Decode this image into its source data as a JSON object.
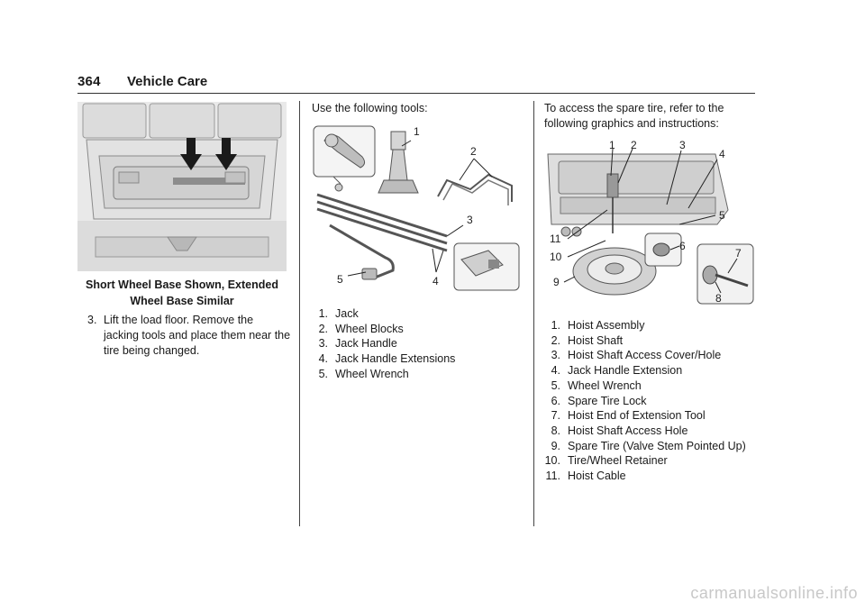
{
  "header": {
    "page_number": "364",
    "section_title": "Vehicle Care"
  },
  "col1": {
    "figure_caption": "Short Wheel Base Shown, Extended Wheel Base Similar",
    "step_number": "3.",
    "step_text": "Lift the load floor. Remove the jacking tools and place them near the tire being changed."
  },
  "col2": {
    "intro": "Use the following tools:",
    "callouts": [
      "1",
      "2",
      "3",
      "4",
      "5"
    ],
    "items": [
      {
        "n": "1.",
        "label": "Jack"
      },
      {
        "n": "2.",
        "label": "Wheel Blocks"
      },
      {
        "n": "3.",
        "label": "Jack Handle"
      },
      {
        "n": "4.",
        "label": "Jack Handle Extensions"
      },
      {
        "n": "5.",
        "label": "Wheel Wrench"
      }
    ]
  },
  "col3": {
    "intro": "To access the spare tire, refer to the following graphics and instructions:",
    "callouts": [
      "1",
      "2",
      "3",
      "4",
      "5",
      "6",
      "7",
      "8",
      "9",
      "10",
      "11"
    ],
    "items": [
      {
        "n": "1.",
        "label": "Hoist Assembly"
      },
      {
        "n": "2.",
        "label": "Hoist Shaft"
      },
      {
        "n": "3.",
        "label": "Hoist Shaft Access Cover/Hole"
      },
      {
        "n": "4.",
        "label": "Jack Handle Extension"
      },
      {
        "n": "5.",
        "label": "Wheel Wrench"
      },
      {
        "n": "6.",
        "label": "Spare Tire Lock"
      },
      {
        "n": "7.",
        "label": "Hoist End of Extension Tool"
      },
      {
        "n": "8.",
        "label": "Hoist Shaft Access Hole"
      },
      {
        "n": "9.",
        "label": "Spare Tire (Valve Stem Pointed Up)"
      },
      {
        "n": "10.",
        "label": "Tire/Wheel Retainer"
      },
      {
        "n": "11.",
        "label": "Hoist Cable"
      }
    ]
  },
  "watermark": "carmanualsonline.info"
}
